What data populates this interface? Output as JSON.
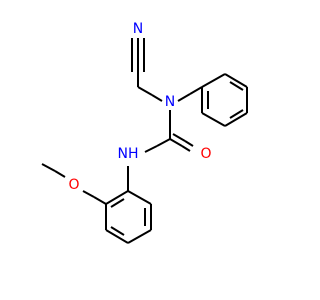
{
  "molecule": {
    "colors": {
      "carbon_bond": "#000000",
      "nitrogen": "#0000ff",
      "oxygen": "#ff0000",
      "background": "#ffffff"
    },
    "labels": {
      "nitrile_n": "N",
      "amine_n": "N",
      "amide_nh": "NH",
      "carbonyl_o": "O",
      "methoxy_o": "O"
    }
  }
}
